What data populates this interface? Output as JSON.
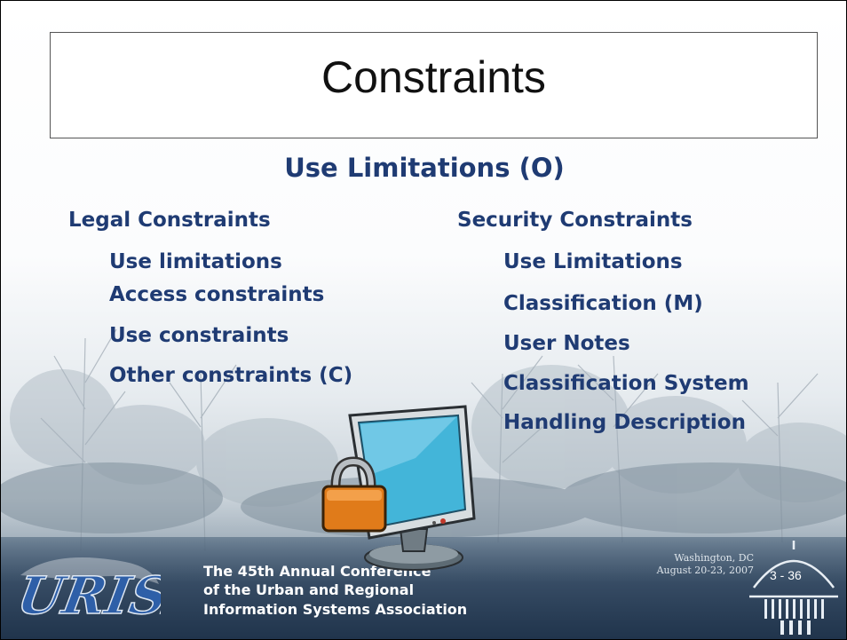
{
  "slide": {
    "title": "Constraints",
    "subtitle": "Use Limitations (O)",
    "left_column": {
      "heading": "Legal Constraints",
      "items": [
        "Use limitations",
        "Access constraints",
        "Use constraints",
        "Other constraints (C)"
      ]
    },
    "right_column": {
      "heading": "Security Constraints",
      "items": [
        "Use Limitations",
        "Classification (M)",
        "User Notes",
        "Classification System",
        "Handling Description"
      ]
    },
    "text_color": "#1f3b73"
  },
  "footer": {
    "logo_text": "URISA",
    "conference_lines": [
      "The 45th Annual Conference",
      "of the Urban and Regional",
      "Information Systems Association"
    ],
    "location": "Washington, DC",
    "dates": "August 20-23, 2007",
    "page_number": "3 - 36"
  },
  "icons": [
    "monitor-lock-icon",
    "capitol-dome-icon",
    "urisa-logo-icon"
  ]
}
